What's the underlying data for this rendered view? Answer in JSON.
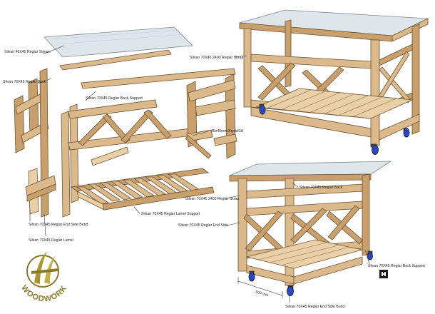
{
  "labels": {
    "glass_top": "Silvan 45X45 Reglar Stivare",
    "back_top": "Silvan 70X45 Reglar Back",
    "upper_long": "Silvan 70X45 2400 Reglar Skraa",
    "back_support": "Silvan 70X45 Reglar Back Support",
    "cross_piece": "45x45mm Krydsl1A",
    "slat_support": "Silvan 70X45 Reglar Lamel Support",
    "end_side_bund": "Silvan 70X45 Reglar End Side Bund",
    "lamel": "Silvan 70X45 Reglar Lamel",
    "r_back": "Silvan 70X45 Reglar Back",
    "r_skraa": "Silvan 70X45 2400 Reglar Skraa",
    "r_end_side": "Silvan 70X45 Reglar End Side",
    "r_back_support": "Silvan 70X45 Reglar Back Support",
    "r_end_side_bund": "Silvan 70X45 Reglar End Side Bund",
    "dimension": "500 mm"
  },
  "logo": {
    "text": "WOODWORK"
  },
  "colors": {
    "wood": "#dcb98a",
    "wood_dark": "#c9a06c",
    "glass": "#dfe6ea",
    "wheel": "#2a49c8"
  }
}
